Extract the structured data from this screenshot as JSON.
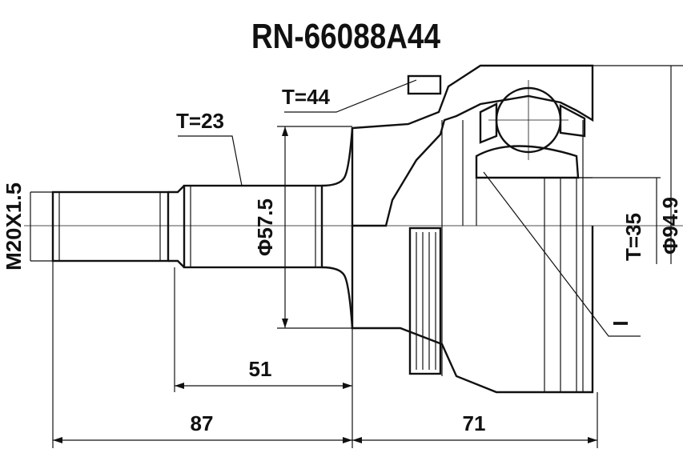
{
  "title": "RN-66088A44",
  "labels": {
    "thread": "M20X1.5",
    "spline_shaft": "T=23",
    "abs_ring": "T=44",
    "inner_spline": "T=35",
    "shaft_diameter": "Φ57.5",
    "outer_diameter": "Φ94.9",
    "marker": "I",
    "dim_51": "51",
    "dim_87": "87",
    "dim_71": "71"
  },
  "colors": {
    "line": "#111111",
    "background": "#ffffff"
  }
}
